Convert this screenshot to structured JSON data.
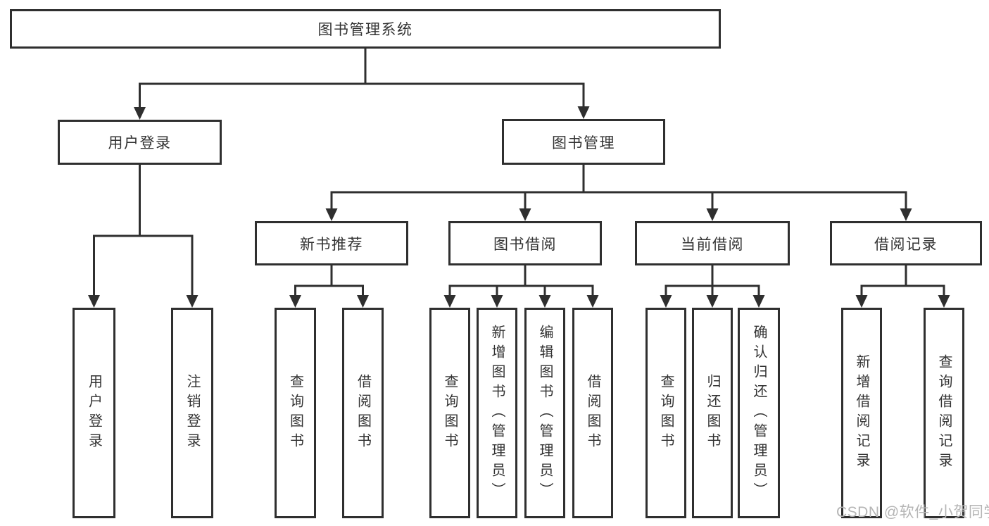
{
  "colors": {
    "line": "#2f2f2f",
    "box_fill": "#ffffff",
    "text": "#333333",
    "watermark": "#b5b5b5",
    "background": "#ffffff"
  },
  "tree": {
    "root": {
      "label": "图书管理系统"
    },
    "branches": [
      {
        "label": "用户登录",
        "children": [
          {
            "label": "用户登录"
          },
          {
            "label": "注销登录"
          }
        ]
      },
      {
        "label": "图书管理",
        "children": [
          {
            "label": "新书推荐",
            "children": [
              {
                "label": "查询图书"
              },
              {
                "label": "借阅图书"
              }
            ]
          },
          {
            "label": "图书借阅",
            "children": [
              {
                "label": "查询图书"
              },
              {
                "label": "新增图书（管理员）"
              },
              {
                "label": "编辑图书（管理员）"
              },
              {
                "label": "借阅图书"
              }
            ]
          },
          {
            "label": "当前借阅",
            "children": [
              {
                "label": "查询图书"
              },
              {
                "label": "归还图书"
              },
              {
                "label": "确认归还（管理员）"
              }
            ]
          },
          {
            "label": "借阅记录",
            "children": [
              {
                "label": "新增借阅记录"
              },
              {
                "label": "查询借阅记录"
              }
            ]
          }
        ]
      }
    ]
  },
  "watermark": {
    "text": "CSDN @软件_小贺同学"
  }
}
